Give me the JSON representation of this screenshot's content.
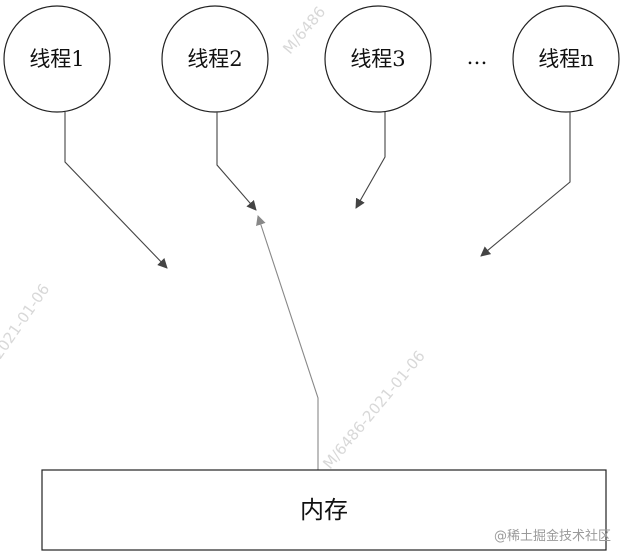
{
  "threads": [
    {
      "label": "线程1"
    },
    {
      "label": "线程2"
    },
    {
      "label": "线程3"
    },
    {
      "label": "线程n"
    }
  ],
  "ellipsis": "…",
  "memory": {
    "label": "内存"
  },
  "watermarks": [
    "M/6486",
    "2021-01-06",
    "M/6486-2021-01-06"
  ],
  "credit": "@稀土掘金技术社区",
  "colors": {
    "arrow_dark": "#444444",
    "arrow_light": "#888888",
    "stroke": "#222222"
  }
}
